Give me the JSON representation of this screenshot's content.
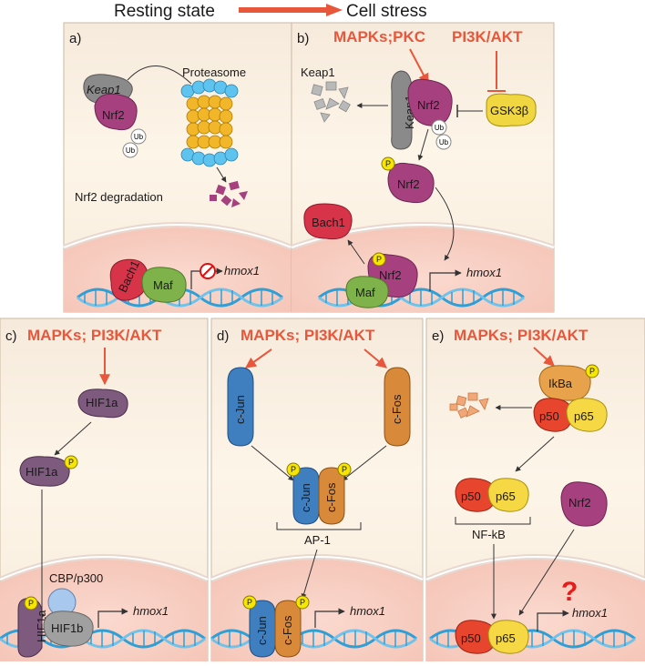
{
  "header": {
    "left": "Resting state",
    "right": "Cell stress",
    "arrow_color": "#e8573b"
  },
  "panel_a": {
    "letter": "a)",
    "keap1": "Keap1",
    "nrf2": "Nrf2",
    "ub1": "Ub",
    "ub2": "Ub",
    "proteasome": "Proteasome",
    "degradation": "Nrf2 degradation",
    "bach1": "Bach1",
    "maf": "Maf",
    "gene": "hmox1"
  },
  "panel_b": {
    "letter": "b)",
    "signal_left": "MAPKs;PKC",
    "signal_right": "PI3K/AKT",
    "keap1_free": "Keap1",
    "keap1": "Keap1",
    "nrf2": "Nrf2",
    "ub1": "Ub",
    "ub2": "Ub",
    "gsk3b": "GSK3β",
    "p_nrf2": "Nrf2",
    "p": "P",
    "bach1": "Bach1",
    "maf": "Maf",
    "nrf2_nuc": "Nrf2",
    "gene": "hmox1"
  },
  "panel_c": {
    "letter": "c)",
    "signal": "MAPKs; PI3K/AKT",
    "hif1a": "HIF1a",
    "hif1a_p": "HIF1a",
    "p": "P",
    "cbp": "CBP/p300",
    "hif1a_nuc": "HIF1a",
    "hif1b": "HIF1b",
    "gene": "hmox1"
  },
  "panel_d": {
    "letter": "d)",
    "signal": "MAPKs; PI3K/AKT",
    "cjun": "c-Jun",
    "cfos": "c-Fos",
    "cjun_p": "c-Jun",
    "cfos_p": "c-Fos",
    "ap1": "AP-1",
    "p": "P",
    "cjun_nuc": "c-Jun",
    "cfos_nuc": "c-Fos",
    "gene": "hmox1"
  },
  "panel_e": {
    "letter": "e)",
    "signal": "MAPKs; PI3K/AKT",
    "ikba": "IkBa",
    "p50": "p50",
    "p65": "p65",
    "p": "P",
    "p50_free": "p50",
    "p65_free": "p65",
    "nfkb": "NF-kB",
    "nrf2": "Nrf2",
    "question": "?",
    "p50_nuc": "p50",
    "p65_nuc": "p65",
    "gene": "hmox1"
  },
  "colors": {
    "signal_red": "#e8573b",
    "nrf2_purple": "#a6407f",
    "keap1_gray": "#8a8a8a",
    "bach1_red": "#d7344a",
    "maf_green": "#7fb24a",
    "gsk3b_yellow": "#f0d640",
    "proteasome_blue": "#5ec3ef",
    "proteasome_gold": "#f2b62a",
    "dna_blue": "#2f9fd6",
    "hif1a_purple": "#7e5a7e",
    "hif1b_gray": "#a0a0a0",
    "cjun_blue": "#3f7fc0",
    "cfos_orange": "#d9893a",
    "p50_red": "#e8452f",
    "p65_yellow": "#f6d845",
    "ikba_orange": "#e8a24b"
  }
}
